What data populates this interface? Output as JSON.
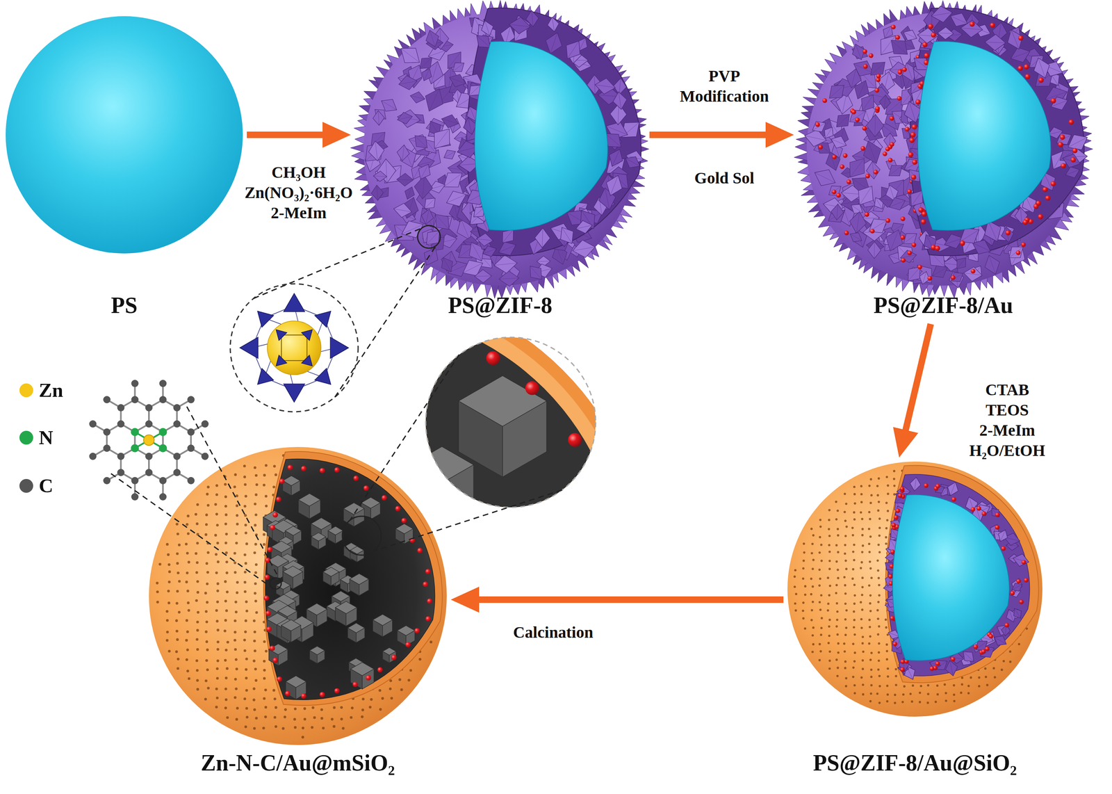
{
  "diagram": {
    "nodes": [
      {
        "text": [
          "PS"
        ]
      },
      {
        "text": [
          "PS@ZIF-8"
        ]
      },
      {
        "text": [
          "PS@ZIF-8/Au"
        ]
      },
      {
        "text": [
          "PS@ZIF-8/Au@SiO₂"
        ]
      },
      {
        "text": [
          "Zn-N-C/Au@mSiO₂"
        ]
      }
    ],
    "edges": [
      {
        "from": 0,
        "to": 1,
        "arrow": "to",
        "label": "CH₃OH Zn(NO₃)₂·6H₂O 2-MeIm"
      },
      {
        "from": 1,
        "to": 2,
        "arrow": "to",
        "label": "PVP Modification"
      },
      {
        "from": 2,
        "to": 3,
        "arrow": "to",
        "label": "CTAB TEOS 2-MeIm H₂O/EtOH"
      },
      {
        "from": 3,
        "to": 4,
        "arrow": "to",
        "label": "Calcination"
      }
    ],
    "labels": [
      "Gold Sol"
    ],
    "legend": [
      {
        "text": "Zn",
        "color": "#f5c518"
      },
      {
        "text": "N",
        "color": "#22a84a"
      },
      {
        "text": "C",
        "color": "#555555"
      }
    ]
  }
}
